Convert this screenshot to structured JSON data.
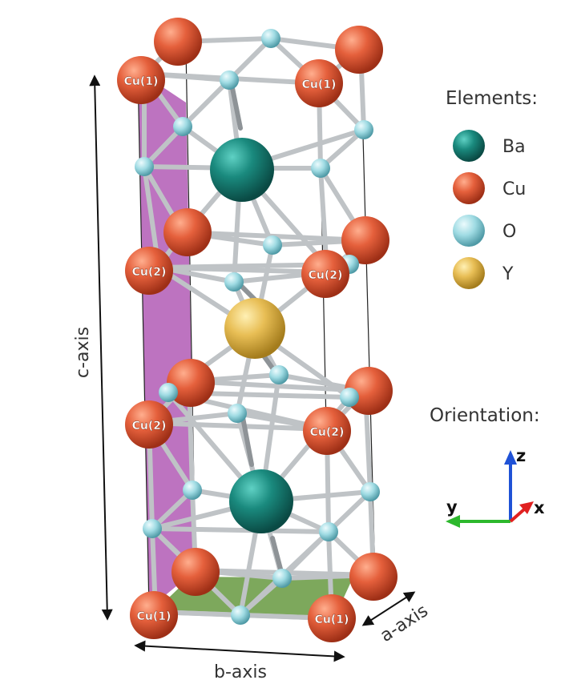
{
  "legend": {
    "title": "Elements:",
    "items": [
      {
        "label": "Ba",
        "color": "#1a8a7e"
      },
      {
        "label": "Cu",
        "color": "#e5603c"
      },
      {
        "label": "O",
        "color": "#9fdbe3"
      },
      {
        "label": "Y",
        "color": "#e8be55"
      }
    ]
  },
  "orientation": {
    "title": "Orientation:",
    "z_label": "z",
    "y_label": "y",
    "x_label": "x",
    "z_color": "#1f52d6",
    "y_color": "#2db82d",
    "x_color": "#e02020"
  },
  "axes": {
    "c_axis": "c-axis",
    "b_axis": "b-axis",
    "a_axis": "a-axis"
  },
  "site_labels": {
    "cu1": "Cu(1)",
    "cu2": "Cu(2)"
  },
  "plane_colors": {
    "side": "#b25ab5",
    "bottom": "#6f9e4a"
  }
}
